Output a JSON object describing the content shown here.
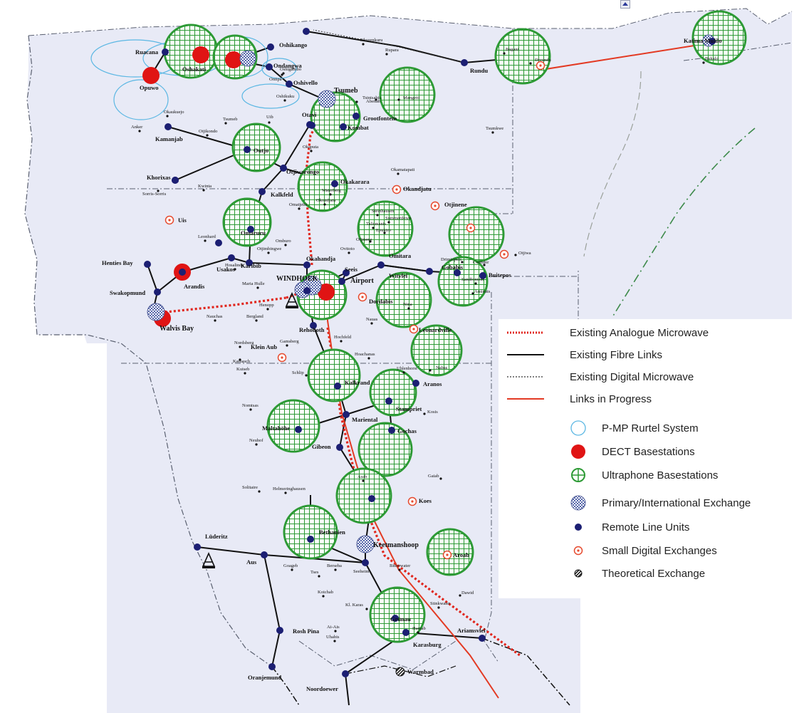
{
  "legend": [
    {
      "type": "analogue",
      "label": "Existing Analogue Microwave"
    },
    {
      "type": "fibre",
      "label": "Existing Fibre Links"
    },
    {
      "type": "digital",
      "label": "Existing Digital Microwave"
    },
    {
      "type": "progress",
      "label": "Links in Progress"
    },
    {
      "type": "pmp",
      "label": "P-MP Rurtel System"
    },
    {
      "type": "dect",
      "label": "DECT Basestations"
    },
    {
      "type": "ultra",
      "label": "Ultraphone Basestations"
    },
    {
      "type": "primary",
      "label": "Primary/International Exchange"
    },
    {
      "type": "rlu",
      "label": "Remote Line Units"
    },
    {
      "type": "sde",
      "label": "Small Digital Exchanges"
    },
    {
      "type": "theo",
      "label": "Theoretical Exchange"
    }
  ],
  "colors": {
    "land": "#e8eaf6",
    "fibre": "#111111",
    "analogue": "#e0261d",
    "progress": "#e33a23",
    "digital": "#333333",
    "ultraphone": "#2d9a35",
    "dect": "#e01414",
    "pmp": "#5bb7e3",
    "primary": "#6a7bb8",
    "rlu": "#1c1f73",
    "sde": "#e64a2e"
  },
  "places": {
    "ruacana": "Ruacana",
    "opuwo": "Opuwo",
    "oshakati": "Oshakati",
    "oshikango": "Oshikango",
    "ondangwa": "Ondangwa",
    "oshivello": "Oshivello",
    "tsumeb": "Tsumeb",
    "otavi": "Otavi",
    "grootfontein": "Grootfontein",
    "kombat": "Kombat",
    "rundu": "Rundu",
    "katima": "Katima Mulilo",
    "kamanjab": "Kamanjab",
    "outjo": "Outjo",
    "khorixas": "Khorixas",
    "otjiwarongo": "Otjiwarongo",
    "okakarara": "Okakarara",
    "kalkfeld": "Kalkfeld",
    "okanjata": "Okandjatu",
    "otjinene": "Otjinene",
    "buitepos": "Buitepos",
    "gobabis": "Gobabis",
    "omitara": "Omitara",
    "witvlei": "Witvlei",
    "uis": "Uis",
    "omaruru": "Omaruru",
    "hentiesbay": "Henties Bay",
    "swakopmund": "Swakopmund",
    "walvisbay": "Walvis Bay",
    "arandis": "Arandis",
    "usakos": "Usakos",
    "karibib": "Karibib",
    "okahandja": "Okahandja",
    "windhoek": "WINDHOEK",
    "seeis": "Seeis",
    "airport": "Airport",
    "dordabis": "Dordabis",
    "rehoboth": "Rehoboth",
    "leonardville": "Leonardville",
    "kleinaub": "Klein Aub",
    "kalkrand": "Kalkrand",
    "aranos": "Aranos",
    "stampriet": "Stampriet",
    "mariental": "Mariental",
    "maltahohe": "Maltahöhe",
    "gochas": "Gochas",
    "gibeon": "Gibeon",
    "koes": "Koes",
    "bethanien": "Bethanien",
    "keetmanshoop": "Keetmanshoop",
    "aroab": "Aroab",
    "luderitz": "Lüderitz",
    "aus": "Aus",
    "seeheim": "Seeheim",
    "grunau": "Grünau",
    "karasburg": "Karasburg",
    "ariamsvlei": "Ariamsvlei",
    "roshpina": "Rosh Pina",
    "oranjemund": "Oranjemund",
    "noordoewer": "Noordoewer",
    "warmbad": "Warmbad"
  },
  "minor_places": {
    "nkurenkuru": "Nkurenkuru",
    "rupara": "Rupara",
    "bagani": "Bagani",
    "divundu": "Divundu",
    "bukalo": "Bukalo",
    "oshigambo": "Oshigambo",
    "oniipa": "Oniipa",
    "oshikuku": "Oshikuku",
    "tsintsabis": "Tsintsabis",
    "mangetti": "Mangetti",
    "abenab": "Abenab",
    "tsumkwe": "Tsumkwe",
    "okaukuejo": "Okaukuejo",
    "tsumeb2": "Tsumeb",
    "uib": "Uib",
    "otjikondo": "Otjikondo",
    "anker": "Anker",
    "okaputa": "Okaputa",
    "okamatapati": "Okamatapati",
    "kwinta": "Kwinta",
    "sorris": "Sorris-Sorris",
    "waterberg": "Waterberg",
    "omatjette": "Omatjette",
    "okondjatu": "Okondjatu",
    "leonhard": "Leonhard",
    "otjimbingwe": "Otjimbingwe",
    "omburo": "Omburo",
    "ovitoto": "Ovitoto",
    "steinhausen": "Steinhausen",
    "summerdown": "Summerdown",
    "talismanis": "Talismanis",
    "epukiro": "Epukiro",
    "otjinene2": "Otjinene",
    "otjiwa": "Otjiwa",
    "drimiopsis": "Drimiopsis",
    "sandfontein": "Sandfontein",
    "aminuis": "Aminuis",
    "corridor": "Corridor",
    "nina": "Nina",
    "nauas": "Nauas",
    "hochfeld": "Hochfeld",
    "maltahohe2": "Maltahöhe",
    "hoachanas": "Hoachanas",
    "uhlenhorst": "Uhlenhorst",
    "schlip": "Schlip",
    "nabas": "Nabas",
    "nomtsas": "Nomtsas",
    "kosis": "Kosis",
    "gaiab": "Gaiab",
    "helmeringhausen": "Helmeringhausen",
    "goageb": "Goageb",
    "tses": "Tses",
    "berseba": "Berseba",
    "asab": "Asab",
    "kl_karas": "Kl. Karas",
    "aiais": "Ai-Ais",
    "uhabis": "Uhabis",
    "hamab": "Hamab",
    "dawid": "Dawid",
    "stinkwater": "Stinkwater",
    "koichab": "Koichab",
    "bitterwater": "Bitterwater",
    "kuiseb": "Kuiseb",
    "gamsberg": "Gamsberg",
    "henopp": "Henopp",
    "neuhof": "Neuhof",
    "solitaire": "Solitaire",
    "nauchas": "Nauchas",
    "bergland": "Bergland",
    "nordsberg": "Nordsberg",
    "kamasch": "Kamasch",
    "hosalinde": "Hosalinde",
    "mariab": "Maria Hulle"
  }
}
